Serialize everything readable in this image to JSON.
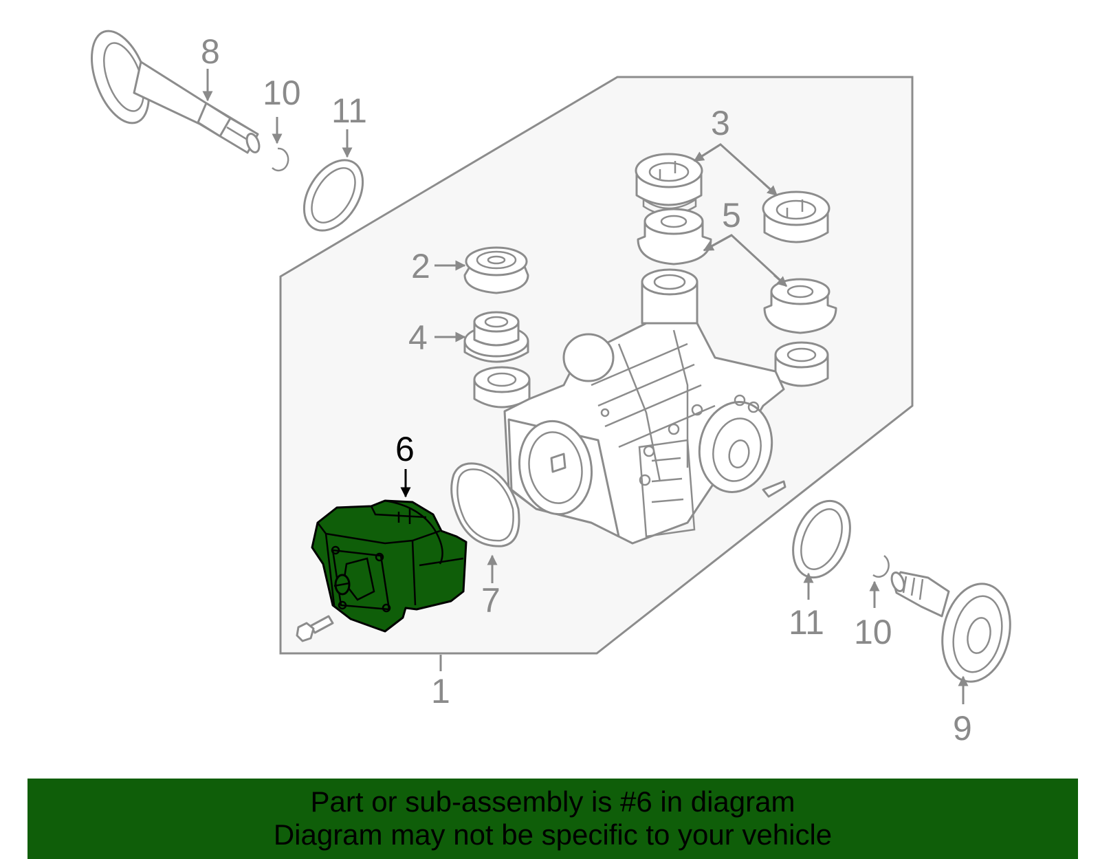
{
  "diagram": {
    "callouts": {
      "c1": "1",
      "c2": "2",
      "c3": "3",
      "c4": "4",
      "c5": "5",
      "c6": "6",
      "c7": "7",
      "c8": "8",
      "c9": "9",
      "c10a": "10",
      "c10b": "10",
      "c11a": "11",
      "c11b": "11"
    },
    "highlight_color": "#0f5e09",
    "line_color": "#8c8c8c",
    "panel_color": "#f7f7f7"
  },
  "banner": {
    "line1": "Part or sub-assembly is #6 in diagram",
    "line2": "Diagram may not be specific to your vehicle",
    "color": "#0f5e09"
  }
}
